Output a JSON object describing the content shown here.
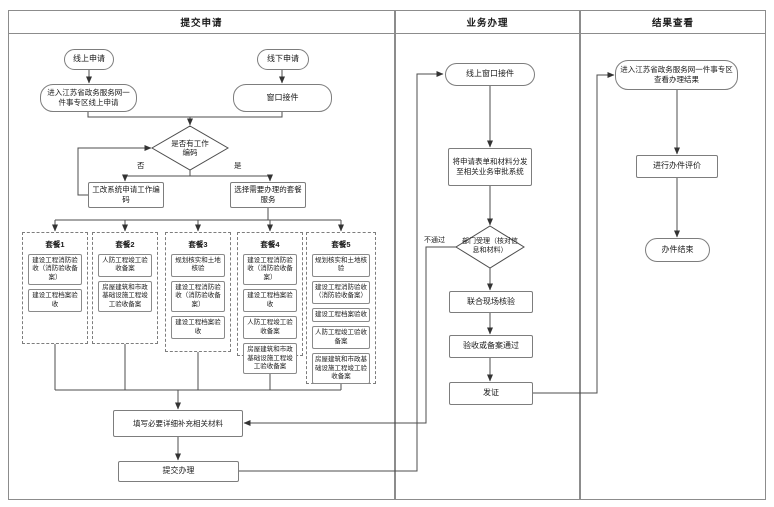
{
  "lanes": [
    {
      "title": "提交申请"
    },
    {
      "title": "业务办理"
    },
    {
      "title": "结果查看"
    }
  ],
  "submit": {
    "online": "线上申请",
    "offline": "线下申请",
    "enter_portal": "进入江苏省政务服务网一件事专区线上申请",
    "window_accept": "窗口接件",
    "decision": "是否有工作编码",
    "label_no": "否",
    "label_yes": "是",
    "apply_code": "工改系统申请工作编码",
    "choose_package": "选择需要办理的套餐服务",
    "fill_materials": "填写必要详细补充相关材料",
    "submit_handle": "提交办理"
  },
  "packages": [
    {
      "title": "套餐1",
      "items": [
        "建设工程消防验收（消防验收备案）",
        "建设工程档案验收"
      ]
    },
    {
      "title": "套餐2",
      "items": [
        "人防工程竣工验收备案",
        "房屋建筑和市政基础设施工程竣工验收备案"
      ]
    },
    {
      "title": "套餐3",
      "items": [
        "规划核实和土地核验",
        "建设工程消防验收（消防验收备案）",
        "建设工程档案验收"
      ]
    },
    {
      "title": "套餐4",
      "items": [
        "建设工程消防验收（消防验收备案）",
        "建设工程档案验收",
        "人防工程竣工验收备案",
        "房屋建筑和市政基础设施工程竣工验收备案"
      ]
    },
    {
      "title": "套餐5",
      "items": [
        "规划核实和土地核验",
        "建设工程消防验收（消防验收备案）",
        "建设工程档案验收",
        "人防工程竣工验收备案",
        "房屋建筑和市政基础设施工程竣工验收备案"
      ]
    }
  ],
  "process": {
    "online_window": "线上窗口接件",
    "distribute": "将申请表单和材料分发至相关业务审批系统",
    "dept_review": "部门受理（核对信息和材料）",
    "label_fail": "不通过",
    "joint_check": "联合现场核验",
    "pass": "验收或备案通过",
    "issue_cert": "发证"
  },
  "result": {
    "view_result": "进入江苏省政务服务网一件事专区查看办理结果",
    "evaluate": "进行办件评价",
    "finish": "办件结束"
  },
  "colors": {
    "line": "#4d4d4d",
    "box_border": "#7d7d7d",
    "text": "#1a1a1a"
  }
}
